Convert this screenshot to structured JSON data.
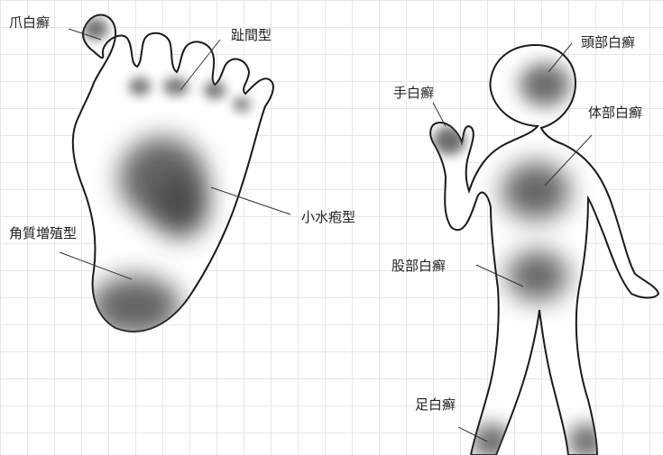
{
  "foot": {
    "labels": {
      "nail": "爪白癬",
      "interdigital": "趾間型",
      "vesicular": "小水疱型",
      "hyperkeratotic": "角質増殖型"
    }
  },
  "body": {
    "labels": {
      "head": "頭部白癬",
      "hand": "手白癬",
      "trunk": "体部白癬",
      "groin": "股部白癬",
      "foot": "足白癬"
    }
  },
  "colors": {
    "outline": "#1a1a1a",
    "lesion": "#555555",
    "grid": "#e6e6e6",
    "leader": "#333333"
  }
}
